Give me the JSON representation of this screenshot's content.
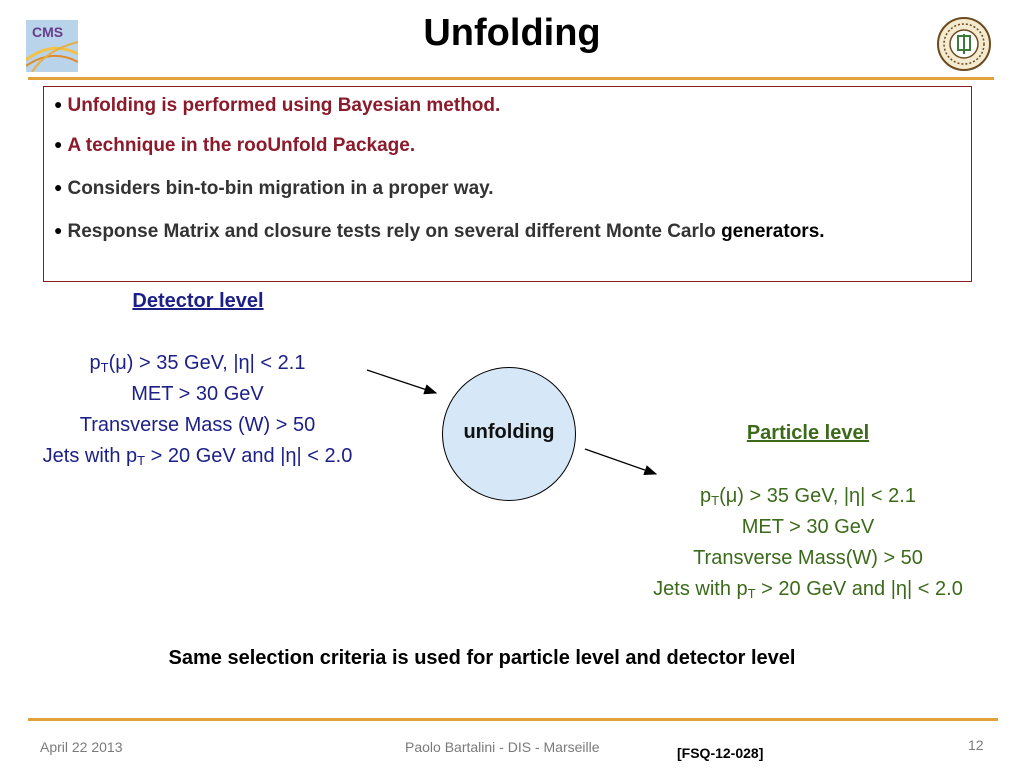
{
  "slide": {
    "title": "Unfolding",
    "logo_text": "CMS",
    "bullets": [
      {
        "text": "Unfolding is performed using Bayesian method."
      },
      {
        "text": "A technique in the rooUnfold Package."
      },
      {
        "text": "Considers bin-to-bin migration in a proper way."
      },
      {
        "text_main": "Response Matrix and closure tests rely on several different Monte Carlo ",
        "text_end": "generators."
      }
    ],
    "detector": {
      "heading": "Detector level",
      "line1_pre": "p",
      "line1_sub": "T",
      "line1_post": "(μ) > 35 GeV, |η| < 2.1",
      "line2": "MET > 30 GeV",
      "line3": "Transverse Mass (W) > 50",
      "line4_pre": "Jets with p",
      "line4_sub": "T",
      "line4_post": " > 20 GeV and |η| < 2.0"
    },
    "unfolding_label": "unfolding",
    "particle": {
      "heading": "Particle level",
      "line1_pre": "p",
      "line1_sub": "T",
      "line1_post": "(μ) > 35 GeV, |η| < 2.1",
      "line2": "MET > 30 GeV",
      "line3": "Transverse Mass(W) > 50",
      "line4_pre": "Jets with p",
      "line4_sub": "T",
      "line4_post": " > 20 GeV and |η| < 2.0"
    },
    "summary": "Same selection criteria is used for particle level and detector level",
    "footer": {
      "date": "April 22 2013",
      "center": "Paolo Bartalini - DIS - Marseille",
      "ref": "[FSQ-12-028]",
      "page": "12"
    }
  },
  "colors": {
    "accent_rule": "#e3a13a",
    "box_border": "#8b1c22",
    "bullet_red": "#8b1a2b",
    "detector_blue": "#1b1f87",
    "particle_green": "#3b6a1a",
    "circle_fill": "#d6e7f8"
  },
  "icons": {
    "left_logo": "cms-logo",
    "right_logo": "university-seal"
  }
}
